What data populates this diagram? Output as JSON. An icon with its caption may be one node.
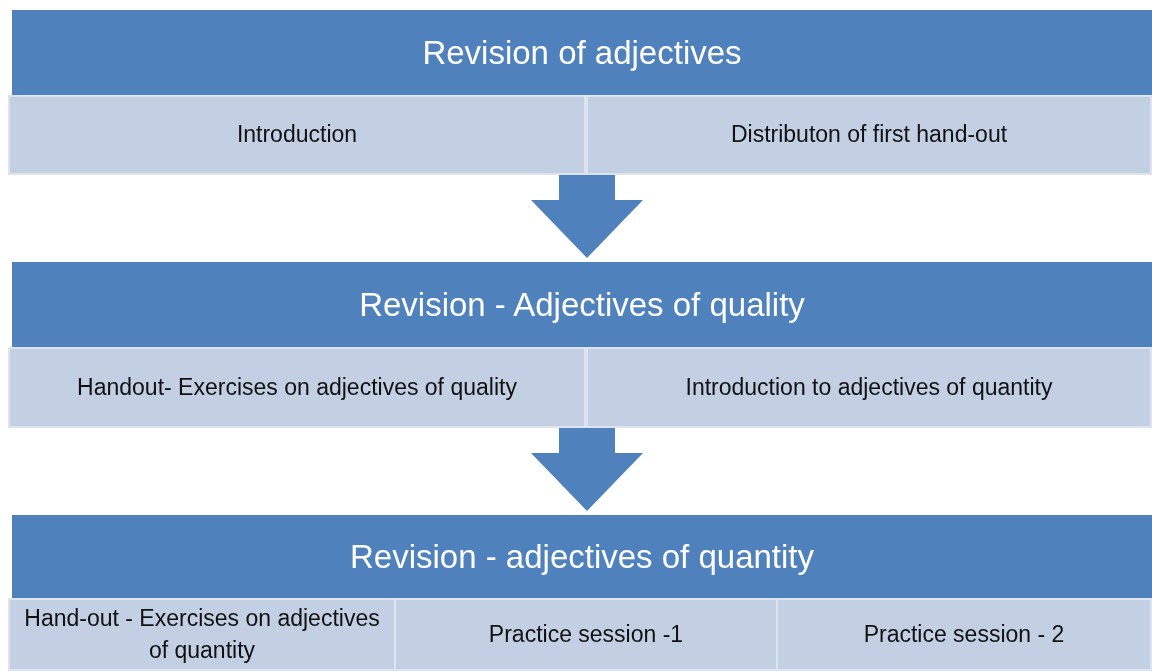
{
  "diagram": {
    "nodes": [
      {
        "text": [
          "Revision of adjectives"
        ]
      },
      {
        "text": [
          "Introduction"
        ]
      },
      {
        "text": [
          "Distributon of first hand-out"
        ]
      },
      {
        "text": [
          "Revision - Adjectives of quality"
        ]
      },
      {
        "text": [
          "Handout- Exercises on adjectives of quality"
        ]
      },
      {
        "text": [
          "Introduction to adjectives of quantity"
        ]
      },
      {
        "text": [
          "Revision - adjectives of quantity"
        ]
      },
      {
        "text": [
          "Hand-out - Exercises on adjectives of quantity"
        ]
      },
      {
        "text": [
          "Practice session -1"
        ]
      },
      {
        "text": [
          "Practice session - 2"
        ]
      }
    ],
    "edges": [
      {
        "from": null,
        "to": 3,
        "arrow": "to"
      },
      {
        "from": null,
        "to": 6,
        "arrow": "to"
      }
    ]
  }
}
